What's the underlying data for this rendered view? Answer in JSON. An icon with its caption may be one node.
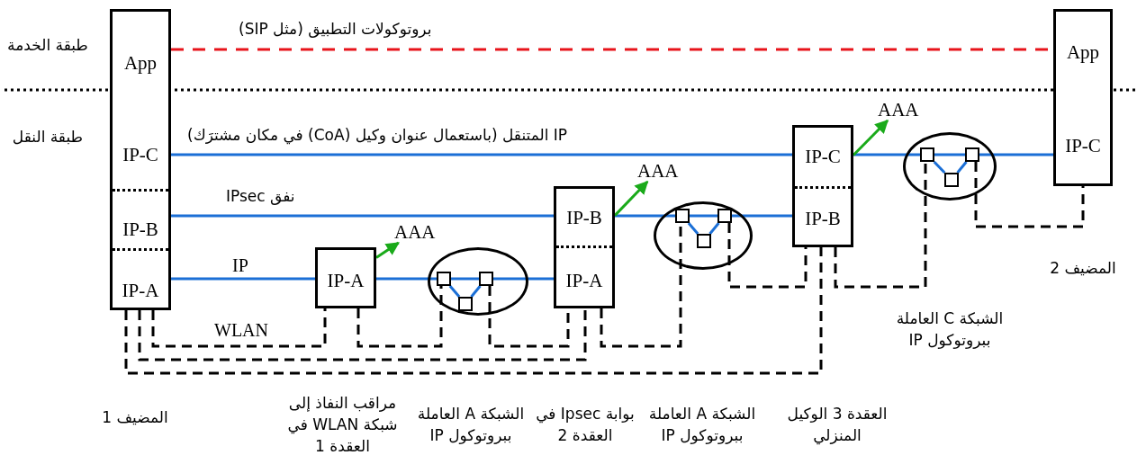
{
  "diagram": {
    "nodes": [
      {
        "text": [
          "App",
          "IP-C",
          "IP-B",
          "IP-A"
        ]
      },
      {
        "text": [
          "IP-A"
        ]
      },
      {
        "text": [
          "AAA"
        ]
      },
      {
        "text": [],
        "shape": "ellipse"
      },
      {
        "text": [],
        "shape": "box",
        "in": 3
      },
      {
        "text": [],
        "shape": "box",
        "in": 3
      },
      {
        "text": [],
        "shape": "box",
        "in": 3
      },
      {
        "text": [
          "IP-B",
          "IP-A"
        ]
      },
      {
        "text": [
          "AAA"
        ]
      },
      {
        "text": [],
        "shape": "ellipse"
      },
      {
        "text": [],
        "shape": "box",
        "in": 9
      },
      {
        "text": [],
        "shape": "box",
        "in": 9
      },
      {
        "text": [],
        "shape": "box",
        "in": 9
      },
      {
        "text": [
          "IP-C",
          "IP-B"
        ]
      },
      {
        "text": [
          "AAA"
        ]
      },
      {
        "text": [],
        "shape": "ellipse"
      },
      {
        "text": [],
        "shape": "box",
        "in": 15
      },
      {
        "text": [],
        "shape": "box",
        "in": 15
      },
      {
        "text": [],
        "shape": "box",
        "in": 15
      },
      {
        "text": [
          "App",
          "IP-C"
        ]
      }
    ],
    "edges": [
      {
        "from": 0,
        "to": 19,
        "arrow": "none",
        "label": "بروتوكولات التطبيق (مثل SIP)",
        "style": "dashed",
        "color": "#e8141b"
      },
      {
        "from": 0,
        "to": 13,
        "arrow": "none",
        "label": "IP المتنقل (باستعمال عنوان وكيل (CoA) في مكان مشترَك)"
      },
      {
        "from": 13,
        "to": 16,
        "arrow": "none"
      },
      {
        "from": 16,
        "to": 17,
        "arrow": "none"
      },
      {
        "from": 17,
        "to": 19,
        "arrow": "none"
      },
      {
        "from": 0,
        "to": 7,
        "arrow": "none",
        "label": "نفق IPsec"
      },
      {
        "from": 7,
        "to": 10,
        "arrow": "none"
      },
      {
        "from": 10,
        "to": 11,
        "arrow": "none"
      },
      {
        "from": 11,
        "to": 13,
        "arrow": "none"
      },
      {
        "from": 0,
        "to": 1,
        "arrow": "none",
        "label": "IP"
      },
      {
        "from": 1,
        "to": 4,
        "arrow": "none"
      },
      {
        "from": 4,
        "to": 5,
        "arrow": "none"
      },
      {
        "from": 5,
        "to": 7,
        "arrow": "none"
      },
      {
        "from": 4,
        "to": 6,
        "arrow": "none"
      },
      {
        "from": 5,
        "to": 6,
        "arrow": "none"
      },
      {
        "from": 10,
        "to": 12,
        "arrow": "none"
      },
      {
        "from": 11,
        "to": 12,
        "arrow": "none"
      },
      {
        "from": 16,
        "to": 18,
        "arrow": "none"
      },
      {
        "from": 17,
        "to": 18,
        "arrow": "none"
      },
      {
        "from": 1,
        "to": 2,
        "arrow": "to",
        "color": "#1aaa1a"
      },
      {
        "from": 7,
        "to": 8,
        "arrow": "to",
        "color": "#1aaa1a"
      },
      {
        "from": 13,
        "to": 14,
        "arrow": "to",
        "color": "#1aaa1a"
      },
      {
        "from": 0,
        "to": 1,
        "arrow": "none",
        "label": "WLAN",
        "style": "dashed",
        "color": "#000000"
      },
      {
        "from": 1,
        "to": 4,
        "arrow": "none",
        "style": "dashed",
        "color": "#000000"
      },
      {
        "from": 5,
        "to": 7,
        "arrow": "none",
        "style": "dashed",
        "color": "#000000"
      },
      {
        "from": 0,
        "to": 7,
        "arrow": "none",
        "style": "dashed",
        "color": "#000000"
      },
      {
        "from": 7,
        "to": 10,
        "arrow": "none",
        "style": "dashed",
        "color": "#000000"
      },
      {
        "from": 11,
        "to": 13,
        "arrow": "none",
        "style": "dashed",
        "color": "#000000"
      },
      {
        "from": 0,
        "to": 13,
        "arrow": "none",
        "style": "dashed",
        "color": "#000000"
      },
      {
        "from": 13,
        "to": 16,
        "arrow": "none",
        "style": "dashed",
        "color": "#000000"
      },
      {
        "from": 17,
        "to": 19,
        "arrow": "none",
        "style": "dashed",
        "color": "#000000"
      }
    ],
    "labels": [
      "طبقة الخدمة",
      "طبقة النقل",
      "المضيف 2",
      "الشبكة C العاملة ببروتوكول IP",
      "المضيف 1",
      "مراقب النفاذ إلى شبكة WLAN في العقدة 1",
      "الشبكة A العاملة ببروتوكول IP",
      "بوابة Ipsec في العقدة 2",
      "الشبكة A العاملة ببروتوكول IP",
      "العقدة 3 الوكيل المنزلي"
    ]
  }
}
